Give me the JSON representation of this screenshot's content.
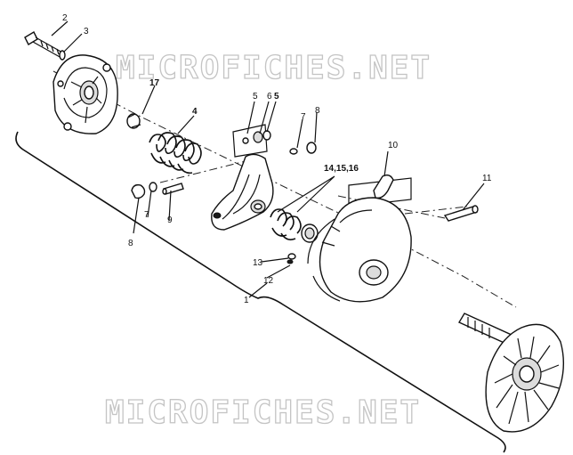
{
  "watermark": {
    "top": "MICROFICHES.NET",
    "bottom": "MICROFICHES.NET"
  },
  "callouts": {
    "c1": "1",
    "c2": "2",
    "c3": "3",
    "c4": "4",
    "c5a": "5",
    "c6": "6",
    "c5b": "5",
    "c7a": "7",
    "c7b": "7",
    "c8a": "8",
    "c8b": "8",
    "c9": "9",
    "c10": "10",
    "c11": "11",
    "c12": "12",
    "c13": "13",
    "c14": "14,15,16",
    "c17": "17"
  },
  "colors": {
    "ink": "#111111",
    "watermark": "#c4c4c4",
    "background": "#ffffff"
  }
}
